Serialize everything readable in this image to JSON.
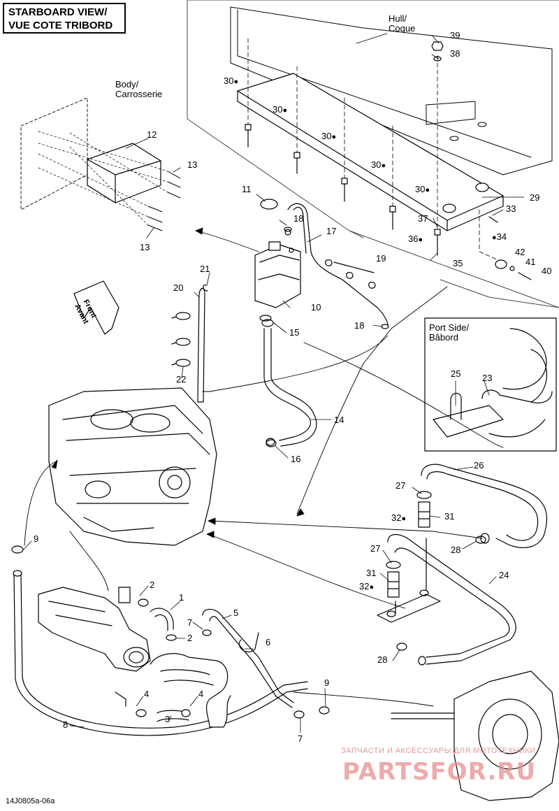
{
  "title": {
    "line1": "STARBOARD VIEW/",
    "line2": "VUE COTE TRIBORD"
  },
  "labels": {
    "hull": {
      "line1": "Hull/",
      "line2": "Coque"
    },
    "body": {
      "line1": "Body/",
      "line2": "Carrosserie"
    },
    "front": {
      "line1": "Front",
      "line2": "Avant"
    },
    "port_side": {
      "line1": "Port Side/",
      "line2": "Bâbord"
    }
  },
  "callouts": [
    {
      "id": "n39",
      "text": "39"
    },
    {
      "id": "n38",
      "text": "38"
    },
    {
      "id": "n30a",
      "text": "30"
    },
    {
      "id": "n30b",
      "text": "30"
    },
    {
      "id": "n30c",
      "text": "30"
    },
    {
      "id": "n30d",
      "text": "30"
    },
    {
      "id": "n30e",
      "text": "30"
    },
    {
      "id": "n29",
      "text": "29"
    },
    {
      "id": "n33",
      "text": "33"
    },
    {
      "id": "n37",
      "text": "37"
    },
    {
      "id": "n34",
      "text": "34"
    },
    {
      "id": "n36",
      "text": "36"
    },
    {
      "id": "n35",
      "text": "35"
    },
    {
      "id": "n42",
      "text": "42"
    },
    {
      "id": "n41",
      "text": "41"
    },
    {
      "id": "n40",
      "text": "40"
    },
    {
      "id": "n12",
      "text": "12"
    },
    {
      "id": "n13a",
      "text": "13"
    },
    {
      "id": "n13b",
      "text": "13"
    },
    {
      "id": "n11",
      "text": "11"
    },
    {
      "id": "n18a",
      "text": "18"
    },
    {
      "id": "n17",
      "text": "17"
    },
    {
      "id": "n19",
      "text": "19"
    },
    {
      "id": "n21",
      "text": "21"
    },
    {
      "id": "n20",
      "text": "20"
    },
    {
      "id": "n10",
      "text": "10"
    },
    {
      "id": "n15",
      "text": "15"
    },
    {
      "id": "n18b",
      "text": "18"
    },
    {
      "id": "n22",
      "text": "22"
    },
    {
      "id": "n25",
      "text": "25"
    },
    {
      "id": "n23",
      "text": "23"
    },
    {
      "id": "n14",
      "text": "14"
    },
    {
      "id": "n16",
      "text": "16"
    },
    {
      "id": "n26",
      "text": "26"
    },
    {
      "id": "n27a",
      "text": "27"
    },
    {
      "id": "n32a",
      "text": "32"
    },
    {
      "id": "n31a",
      "text": "31"
    },
    {
      "id": "n28a",
      "text": "28"
    },
    {
      "id": "n27b",
      "text": "27"
    },
    {
      "id": "n31b",
      "text": "31"
    },
    {
      "id": "n32b",
      "text": "32"
    },
    {
      "id": "n24",
      "text": "24"
    },
    {
      "id": "n9a",
      "text": "9"
    },
    {
      "id": "n2a",
      "text": "2"
    },
    {
      "id": "n1",
      "text": "1"
    },
    {
      "id": "n7a",
      "text": "7"
    },
    {
      "id": "n5",
      "text": "5"
    },
    {
      "id": "n2b",
      "text": "2"
    },
    {
      "id": "n6",
      "text": "6"
    },
    {
      "id": "n28b",
      "text": "28"
    },
    {
      "id": "n4a",
      "text": "4"
    },
    {
      "id": "n4b",
      "text": "4"
    },
    {
      "id": "n3",
      "text": "3"
    },
    {
      "id": "n9b",
      "text": "9"
    },
    {
      "id": "n8",
      "text": "8"
    },
    {
      "id": "n7b",
      "text": "7"
    }
  ],
  "watermark": {
    "line1": "ЗАПЧАСТИ И АКСЕССУАРЫ ДЛЯ МОТОТЕХНИКИ",
    "logo": "PARTSFOR.RU"
  },
  "drawing_code": "14J0805a-06a"
}
